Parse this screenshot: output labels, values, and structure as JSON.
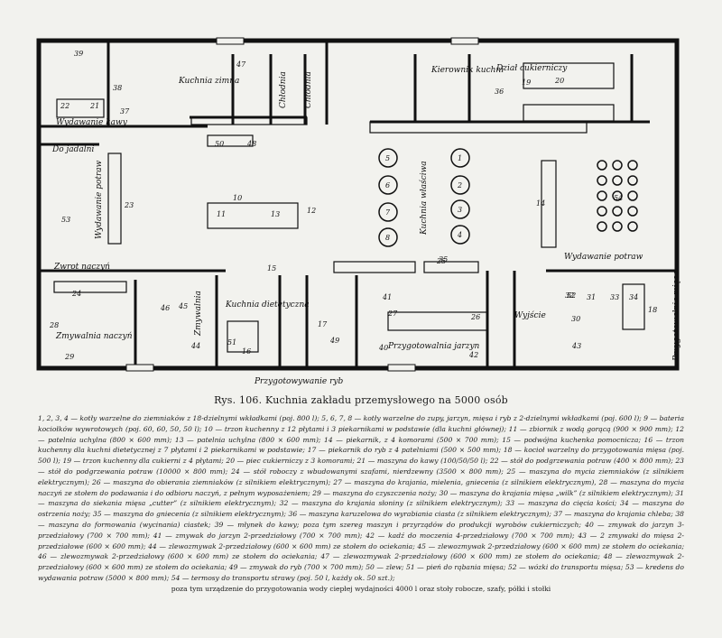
{
  "rooms": {
    "kuchnia_zimna": "Kuchnia zimna",
    "chlodnia_1": "Chłodnia",
    "chlodnia_2": "Chłodnia",
    "kierownik": "Kierownik kuchni",
    "dzial_cukierniczy": "Dział cukierniczy",
    "wydawanie_kawy": "Wydawanie kawy",
    "do_jadalni": "Do jadalni",
    "wydawanie_potraw_left": "Wydawanie potraw",
    "kuchnia_wlasciwa": "Kuchnia właściwa",
    "wydawanie_potraw_right": "Wydawanie potraw",
    "zwrot_naczyn": "Zwrot naczyń",
    "zmywalnia_naczyn": "Zmywalnia naczyń",
    "zmywalnia": "Zmywalnia",
    "kuchnia_dietetyczna": "Kuchnia dietetyczna",
    "przygotowalnia_jarzyn": "Przygotowalnia jarzyn",
    "wyjscie": "Wyjście",
    "przygotowalnia_miesa": "Przygotowalnia mięsa",
    "przygotowywanie_ryb": "Przygotowywanie ryb"
  },
  "numbers": [
    "1",
    "2",
    "3",
    "4",
    "5",
    "6",
    "7",
    "8",
    "10",
    "11",
    "12",
    "13",
    "14",
    "15",
    "16",
    "17",
    "18",
    "19",
    "20",
    "21",
    "22",
    "23",
    "24",
    "25",
    "26",
    "27",
    "28",
    "29",
    "30",
    "31",
    "32",
    "33",
    "34",
    "35",
    "36",
    "37",
    "38",
    "39",
    "40",
    "41",
    "42",
    "43",
    "44",
    "45",
    "46",
    "47",
    "48",
    "49",
    "50",
    "51",
    "52",
    "53",
    "54"
  ],
  "caption": "Rys. 106. Kuchnia zakładu przemysłowego na 5000 osób",
  "legend": [
    "1, 2, 3, 4 — kotły warzelne do ziemniaków z 18-dzielnymi wkładkami (poj. 800 l); 5, 6, 7, 8 — kotły warzelne do zupy, jarzyn, mięsa i ryb z 2-dzielnymi wkładkami (poj. 600 l); 9 — bateria kociołków wywrotowych (poj. 60, 60, 50, 50 l); 10 — trzon kuchenny z 12 płytami i 3 piekarnikami w podstawie (dla kuchni głównej); 11 — zbiornik z wodą gorącą (900 × 900 mm); 12 — patelnia uchylna (800 × 600 mm); 13 — patelnia uchylna (800 × 600 mm); 14 — piekarnik, z 4 komorami (500 × 700 mm); 15 — podwójna kuchenka pomocnicza; 16 — trzon kuchenny dla kuchni dietetycznej z 7 płytami i 2 piekarnikami w podstawie; 17 — piekarnik do ryb z 4 patelniami (500 × 500 mm); 18 — kocioł warzelny do przygotowania mięsa (poj. 500 l); 19 — trzon kuchenny dla cukierni z 4 płytami; 20 — piec cukierniczy z 3 komorami; 21 — maszyna do kawy (100/50/50 l); 22 — stół do podgrzewania potraw (400 × 800 mm); 23 — stół do podgrzewania potraw (10000 × 800 mm); 24 — stół roboczy z wbudowanymi szafami, nierdzewny (3500 × 800 mm); 25 — maszyna do mycia ziemniaków (z silnikiem elektrycznym); 26 — maszyna do obierania ziemniaków (z silnikiem elektrycznym); 27 — maszyna do krajania, mielenia, gniecenia (z silnikiem elektrycznym), 28 — maszyna do mycia naczyń ze stołem do podawania i do odbioru naczyń, z pełnym wyposażeniem; 29 — maszyna do czyszczenia noży; 30 — maszyna do krajania mięsa „wilk” (z silnikiem elektrycznym); 31 — maszyna do siekania mięsa „cutter” (z silnikiem elektrycznym); 32 — maszyna do krajania słoniny (z silnikiem elektrycznym); 33 — maszyna do cięcia kości; 34 — maszyna do ostrzenia noży; 35 — maszyna do gniecenia (z silnikiem elektrycznym); 36 — maszyna karuzelowa do wyrabiania ciasta (z silnikiem elektrycznym); 37 — maszyna do krajania chleba; 38 — maszyna do formowania (wycinania) ciastek; 39 — młynek do kawy; poza tym szereg maszyn i przyrządów do produkcji wyrobów cukierniczych; 40 — zmywak do jarzyn 3-przedziałowy (700 × 700 mm); 41 — zmywak do jarzyn 2-przedziałowy (700 × 700 mm); 42 — kadź do moczenia 4-przedziałowy (700 × 700 mm); 43 — 2 zmywaki do mięsa 2-przedziałowe (600 × 600 mm); 44 — zlewozmywak 2-przedziałowy (600 × 600 mm) ze stołem do ociekania; 45 — zlewozmywak 2-przedziałowy (600 × 600 mm) ze stołem do ociekania; 46 — zlewozmywak 2-przedziałowy (600 × 600 mm) ze stołem do ociekania; 47 — zlewozmywak 2-przedziałowy (600 × 600 mm) ze stołem do ociekania; 48 — zlewozmywak 2-przedziałowy (600 × 600 mm) ze stołem do ociekania; 49 — zmywak do ryb (700 × 700 mm); 50 — zlew; 51 — pień do rąbania mięsa; 52 — wózki do transportu mięsa; 53 — kredens do wydawania potraw (5000 × 800 mm); 54 — termosy do transportu strawy (poj. 50 l, każdy ok. 50 szt.);",
    "poza tym urządzenie do przygotowania wody ciepłej wydajności 4000 l oraz stoły robocze, szafy, półki i stołki"
  ]
}
